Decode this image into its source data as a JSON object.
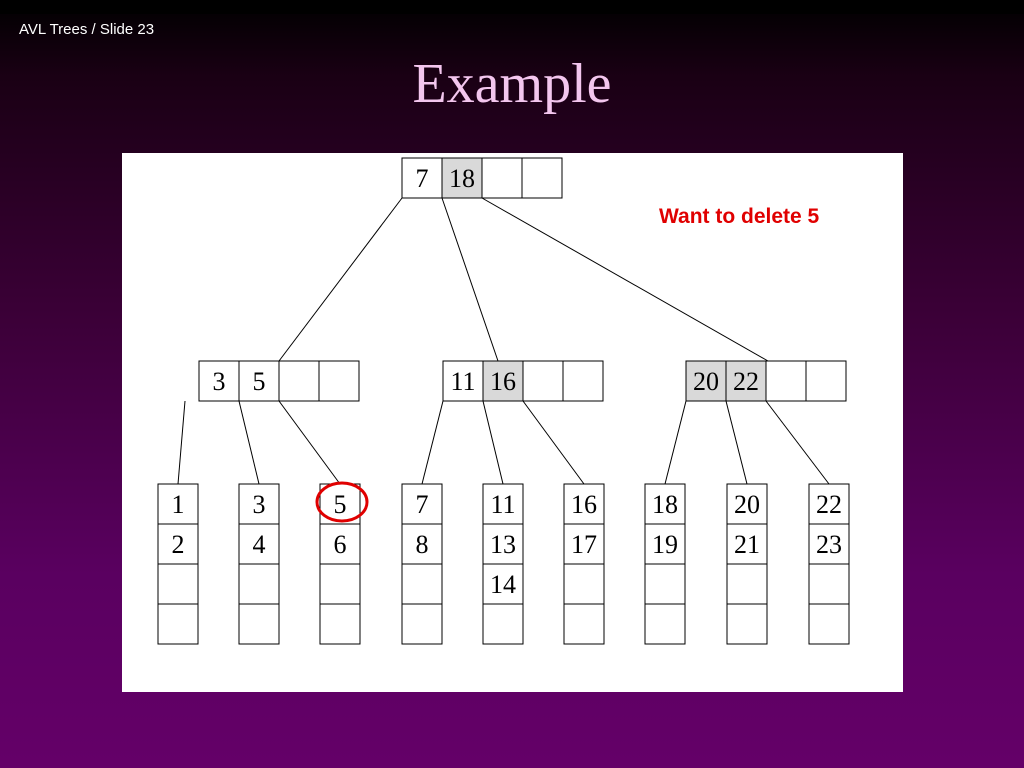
{
  "header": {
    "slide_label": "AVL Trees / Slide 23"
  },
  "title": "Example",
  "annotation": "Want to delete 5",
  "colors": {
    "shaded_cell": "#d9d9d9",
    "highlight": "#e00000",
    "title": "#f3c6ee"
  },
  "tree": {
    "root": {
      "keys": [
        "7",
        "18",
        "",
        ""
      ],
      "shaded": [
        false,
        true,
        false,
        false
      ]
    },
    "internal": [
      {
        "keys": [
          "3",
          "5",
          "",
          ""
        ],
        "shaded": [
          false,
          false,
          false,
          false
        ]
      },
      {
        "keys": [
          "11",
          "16",
          "",
          ""
        ],
        "shaded": [
          false,
          true,
          false,
          false
        ]
      },
      {
        "keys": [
          "20",
          "22",
          "",
          ""
        ],
        "shaded": [
          true,
          true,
          false,
          false
        ]
      }
    ],
    "leaves": [
      {
        "keys": [
          "1",
          "2",
          "",
          ""
        ]
      },
      {
        "keys": [
          "3",
          "4",
          "",
          ""
        ]
      },
      {
        "keys": [
          "5",
          "6",
          "",
          ""
        ],
        "circled": "5"
      },
      {
        "keys": [
          "7",
          "8",
          "",
          ""
        ]
      },
      {
        "keys": [
          "11",
          "13",
          "14",
          ""
        ]
      },
      {
        "keys": [
          "16",
          "17",
          "",
          ""
        ]
      },
      {
        "keys": [
          "18",
          "19",
          "",
          ""
        ]
      },
      {
        "keys": [
          "20",
          "21",
          "",
          ""
        ]
      },
      {
        "keys": [
          "22",
          "23",
          "",
          ""
        ]
      }
    ]
  }
}
